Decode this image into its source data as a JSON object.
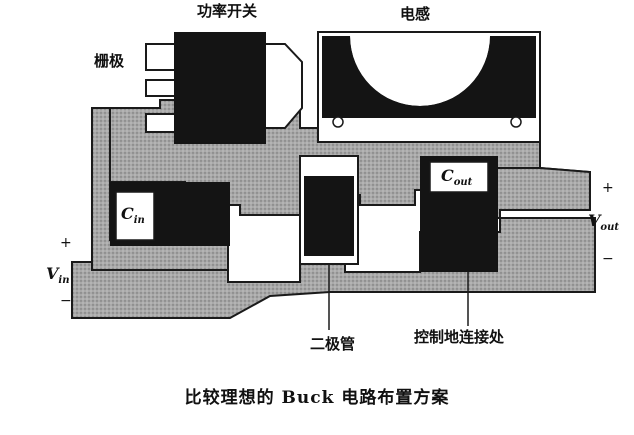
{
  "labels": {
    "power_switch": "功率开关",
    "inductor": "电感",
    "gate": "栅极",
    "diode": "二极管",
    "control_ground": "控制地连接处"
  },
  "symbols": {
    "c_in_main": "C",
    "c_in_sub": "in",
    "c_out_main": "C",
    "c_out_sub": "out",
    "v_in_main": "V",
    "v_in_sub": "in",
    "v_out_main": "V",
    "v_out_sub": "out"
  },
  "signs": {
    "plus": "+",
    "minus": "−"
  },
  "caption": "比较理想的 Buck 电路布置方案",
  "colors": {
    "copper_fill": "#a9a9a9",
    "component": "#141414",
    "outline": "#1a1a1a",
    "background": "#ffffff"
  }
}
